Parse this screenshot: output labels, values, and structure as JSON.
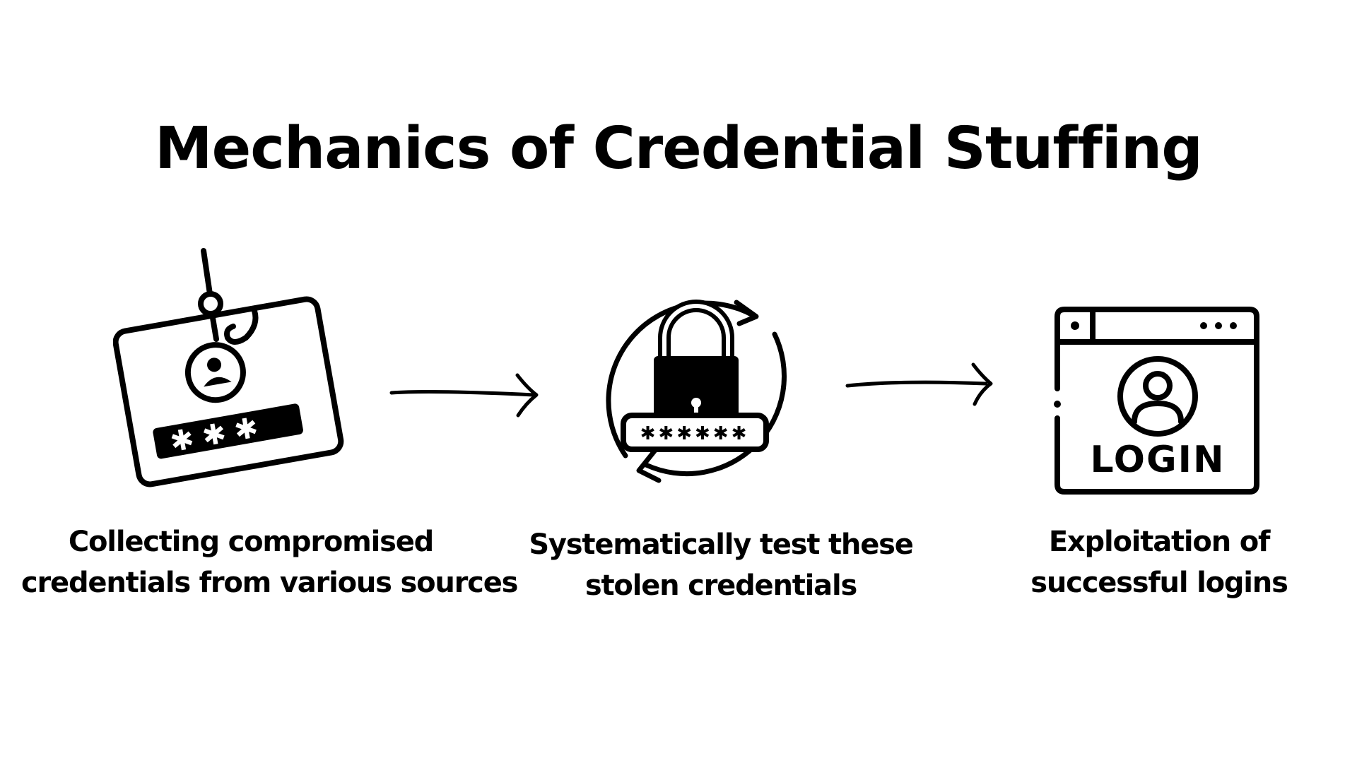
{
  "title": "Mechanics of Credential Stuffing",
  "steps": [
    {
      "icon": "phishing-card-icon",
      "caption_lines": [
        "Collecting compromised",
        "credentials from various sources"
      ]
    },
    {
      "icon": "rotating-lock-password-icon",
      "caption_lines": [
        "Systematically test these",
        "stolen credentials"
      ]
    },
    {
      "icon": "browser-login-icon",
      "icon_text": "LOGIN",
      "caption_lines": [
        "Exploitation of",
        "successful logins"
      ]
    }
  ],
  "colors": {
    "background": "#ffffff",
    "ink": "#000000"
  }
}
